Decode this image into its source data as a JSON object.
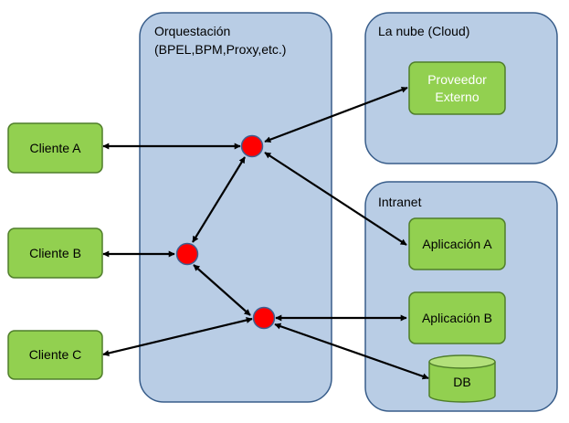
{
  "panels": {
    "orchestration": {
      "title_line1": "Orquestación",
      "title_line2": "(BPEL,BPM,Proxy,etc.)"
    },
    "cloud": {
      "title": "La nube  (Cloud)"
    },
    "intranet": {
      "title": "Intranet"
    }
  },
  "nodes": {
    "cliente_a": "Cliente A",
    "cliente_b": "Cliente B",
    "cliente_c": "Cliente C",
    "proveedor_line1": "Proveedor",
    "proveedor_line2": "Externo",
    "aplicacion_a": "Aplicación A",
    "aplicacion_b": "Aplicación B",
    "db": "DB"
  },
  "colors": {
    "panel_fill": "#b9cde5",
    "panel_stroke": "#385d8a",
    "node_fill": "#92d050",
    "node_stroke": "#4f7e2a",
    "hub_fill": "#ff0000",
    "hub_stroke": "#3f5f8f",
    "arrow": "#000000"
  }
}
